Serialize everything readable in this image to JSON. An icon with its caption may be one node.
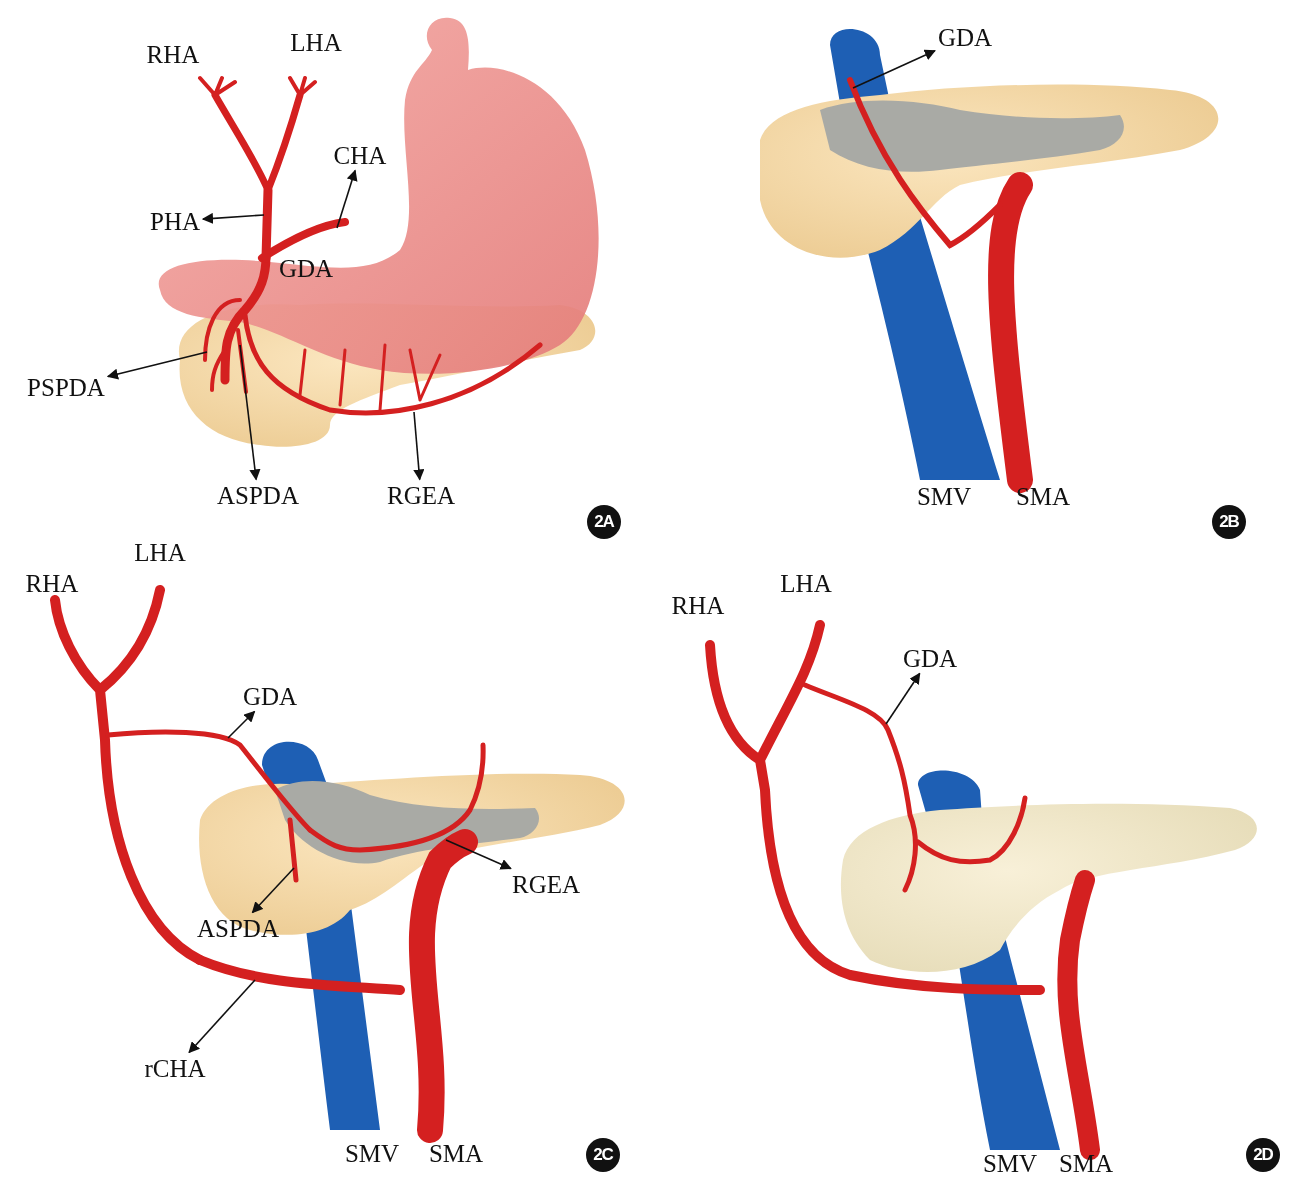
{
  "diagram": {
    "nodes": [
      {
        "text": [
          "CHA"
        ]
      },
      {
        "text": [
          "PHA"
        ]
      },
      {
        "text": [
          "PSPDA"
        ]
      },
      {
        "text": [
          "ASPDA"
        ]
      },
      {
        "text": [
          "RGEA"
        ]
      },
      {
        "text": [
          "GDA"
        ]
      },
      {
        "text": [
          "GDA"
        ]
      },
      {
        "text": [
          "ASPDA"
        ]
      },
      {
        "text": [
          "RGEA"
        ]
      },
      {
        "text": [
          "rCHA"
        ]
      },
      {
        "text": [
          "GDA"
        ]
      },
      {
        "text": [],
        "shape": "picture"
      },
      {
        "text": [],
        "shape": "picture"
      },
      {
        "text": [],
        "shape": "picture"
      },
      {
        "text": [],
        "shape": "picture"
      },
      {
        "text": [],
        "shape": "picture"
      },
      {
        "text": [],
        "shape": "picture"
      },
      {
        "text": [],
        "shape": "picture"
      },
      {
        "text": [],
        "shape": "picture"
      },
      {
        "text": [],
        "shape": "picture"
      },
      {
        "text": [],
        "shape": "picture"
      },
      {
        "text": [],
        "shape": "picture"
      }
    ],
    "edges": [
      {
        "from": 11,
        "to": 0,
        "arrow": "to"
      },
      {
        "from": 12,
        "to": 1,
        "arrow": "to"
      },
      {
        "from": 13,
        "to": 2,
        "arrow": "to"
      },
      {
        "from": 14,
        "to": 3,
        "arrow": "to"
      },
      {
        "from": 15,
        "to": 4,
        "arrow": "to"
      },
      {
        "from": 16,
        "to": 5,
        "arrow": "to"
      },
      {
        "from": 17,
        "to": 6,
        "arrow": "to"
      },
      {
        "from": 18,
        "to": 7,
        "arrow": "to"
      },
      {
        "from": 19,
        "to": 8,
        "arrow": "to"
      },
      {
        "from": 20,
        "to": 9,
        "arrow": "to"
      },
      {
        "from": 21,
        "to": 10,
        "arrow": "to"
      }
    ],
    "labels": [
      "RHA",
      "LHA",
      "GDA",
      "2A",
      "SMV",
      "SMA",
      "2B",
      "RHA",
      "LHA",
      "SMV",
      "SMA",
      "2C",
      "RHA",
      "LHA",
      "SMV",
      "SMA",
      "2D"
    ]
  }
}
